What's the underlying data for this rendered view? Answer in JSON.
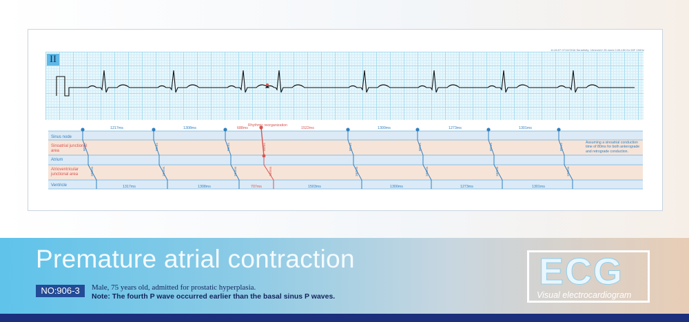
{
  "strip": {
    "lead": "II",
    "meta": "11:46:07 07/12/2016 Sensitivity: 10mm/mV  25 mm/s  0.05-150 Hz  50F  150Hz"
  },
  "ladder": {
    "rows": [
      {
        "label": "Sinus node",
        "color": "#2f7fbf"
      },
      {
        "label": "Sinoatrial junctional area",
        "color": "#d9534f"
      },
      {
        "label": "Atrium",
        "color": "#2f7fbf"
      },
      {
        "label": "Atrioventricular junctional area",
        "color": "#d9534f"
      },
      {
        "label": "Ventricle",
        "color": "#2f7fbf"
      }
    ],
    "top_intervals": [
      "1217ms",
      "1308ms",
      "688ms",
      "1522ms",
      "1300ms",
      "1273ms",
      "1301ms"
    ],
    "bottom_intervals": [
      "1317ms",
      "1308ms",
      "707ms",
      "1503ms",
      "1300ms",
      "1273ms",
      "1301ms"
    ],
    "annotation": "Rhythmic reorganization",
    "sa_times": [
      "80ms",
      "80ms",
      "80ms",
      "80ms",
      "80ms",
      "80ms",
      "80ms"
    ],
    "sa_premature": "80ms",
    "av_times": [
      "160ms",
      "160ms",
      "160ms",
      "160ms",
      "160ms",
      "160ms",
      "160ms"
    ],
    "av_premature": "180ms",
    "note": "Assuming a sinoatrial conduction time of 80ms for both anterograde and retrograde conduction."
  },
  "banner": {
    "title": "Premature atrial contraction",
    "tag": "NO:906-3",
    "desc1": "Male, 75 years old, admitted for prostatic hyperplasia.",
    "desc2": "Note: The fourth P wave occurred earlier than the basal sinus P waves.",
    "logo": "ECG",
    "logo_sub": "Visual electrocardiogram"
  },
  "colors": {
    "blue": "#2f7fbf",
    "red": "#d9534f",
    "navy": "#234b96"
  }
}
